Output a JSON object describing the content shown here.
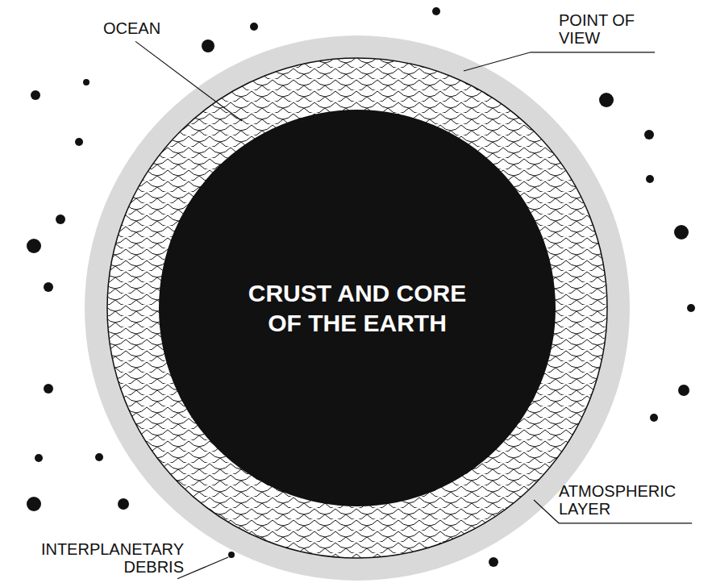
{
  "diagram": {
    "nodes": [
      {
        "text": [
          "CRUST AND CORE OF THE EARTH"
        ]
      }
    ],
    "labels": [
      "OCEAN",
      "POINT OF VIEW",
      "ATMOSPHERIC LAYER",
      "INTERPLANETARY DEBRIS"
    ]
  }
}
